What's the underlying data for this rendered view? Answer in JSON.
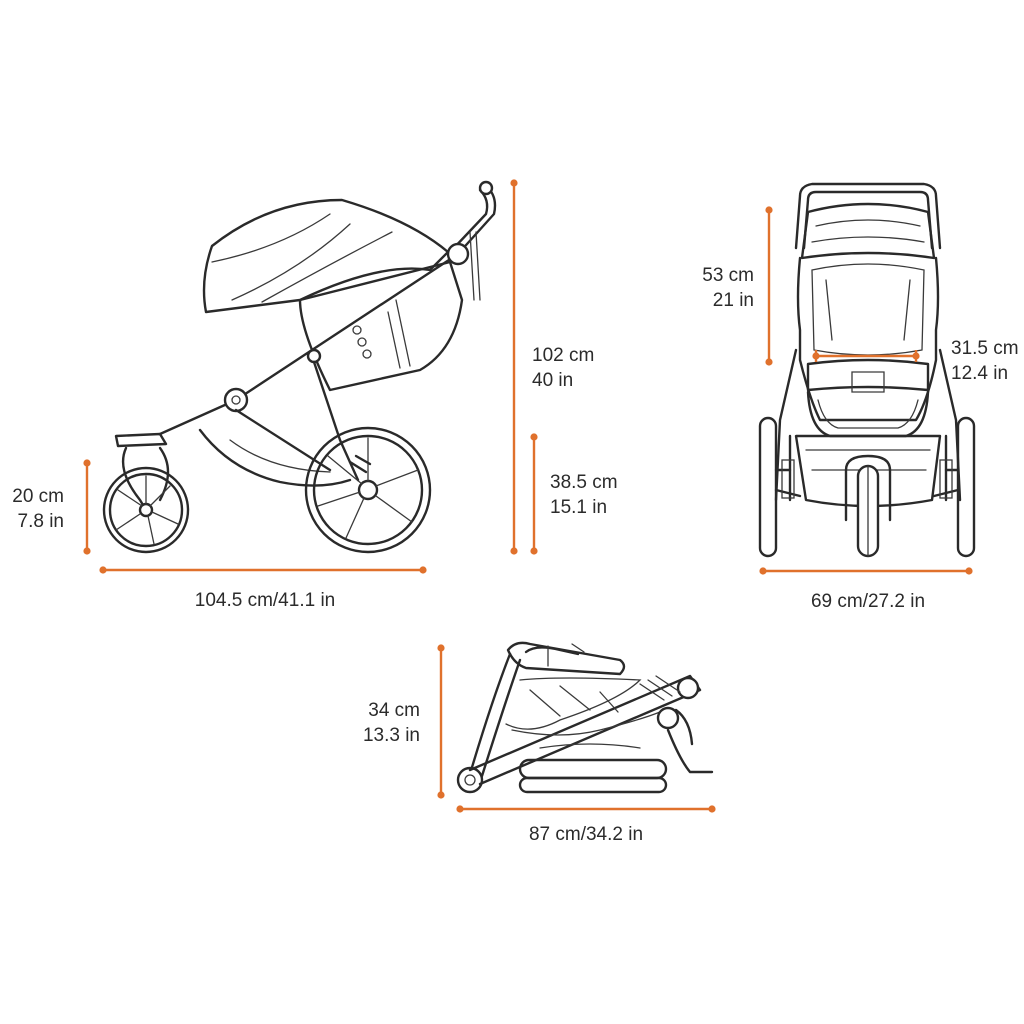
{
  "accent_color": "#e0712c",
  "side_view": {
    "seat_height": {
      "cm": "20 cm",
      "in": "7.8 in"
    },
    "length": "104.5 cm/41.1 in",
    "height": {
      "cm": "102 cm",
      "in": "40 in"
    },
    "seat_depth": {
      "cm": "38.5 cm",
      "in": "15.1 in"
    }
  },
  "front_view": {
    "backrest_height": {
      "cm": "53 cm",
      "in": "21 in"
    },
    "seat_width": {
      "cm": "31.5 cm",
      "in": "12.4 in"
    },
    "width": "69 cm/27.2 in"
  },
  "folded_view": {
    "height": {
      "cm": "34 cm",
      "in": "13.3 in"
    },
    "length": "87 cm/34.2 in"
  }
}
